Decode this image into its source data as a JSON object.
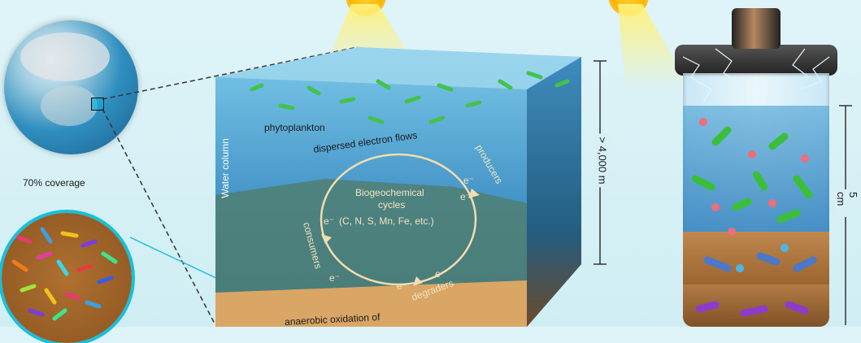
{
  "earth": {
    "coverage": "70% coverage"
  },
  "ocean_block": {
    "phytoplankton": "phytoplankton",
    "dispersed": "dispersed electron flows",
    "water_column": "Water column",
    "cycle_title_1": "Biogeochemical",
    "cycle_title_2": "cycles",
    "cycle_elements": "(C, N, S, Mn, Fe, etc.)",
    "producers": "producers",
    "consumers": "consumers",
    "degraders": "degraders",
    "electron": "e⁻",
    "bottom_text": "anaerobic oxidation of",
    "depth": "> 4,000 m"
  },
  "device": {
    "height": "5 cm"
  }
}
